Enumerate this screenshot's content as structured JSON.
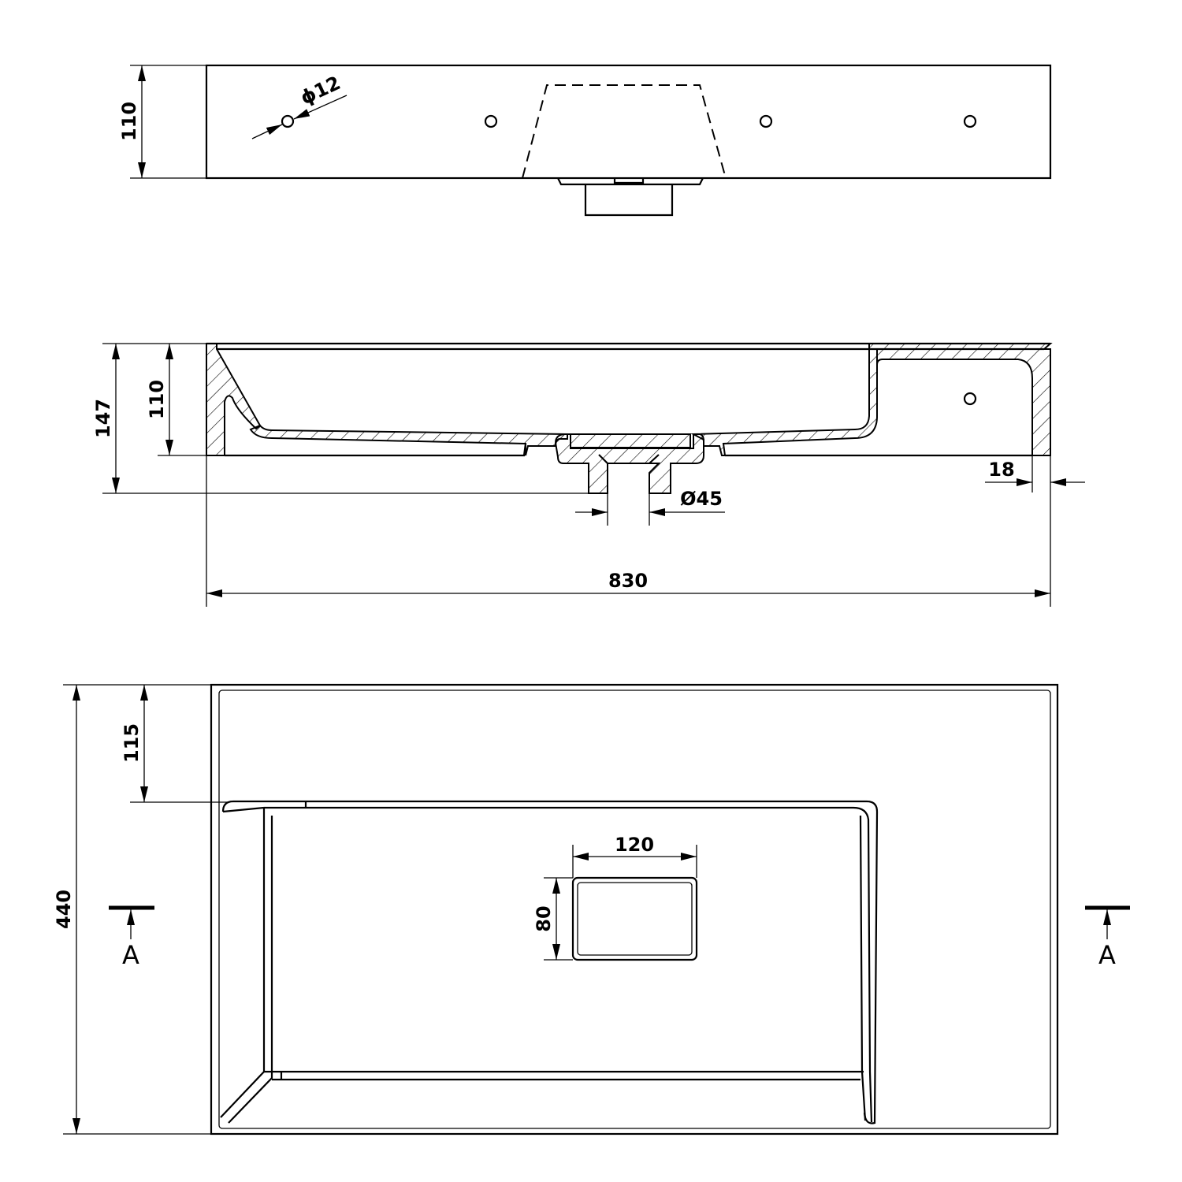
{
  "top_view": {
    "dim_height": "110",
    "dim_hole": "ϕ12"
  },
  "section_view": {
    "dim_total_height": "147",
    "dim_height": "110",
    "dim_wall": "18",
    "dim_drain": "Ø45",
    "dim_width": "830"
  },
  "plan_view": {
    "dim_shelf": "115",
    "dim_depth": "440",
    "dim_overflow_width": "120",
    "dim_overflow_height": "80",
    "section_mark_left": "A",
    "section_mark_right": "A"
  },
  "colors": {
    "line": "#000000",
    "background": "#ffffff"
  }
}
